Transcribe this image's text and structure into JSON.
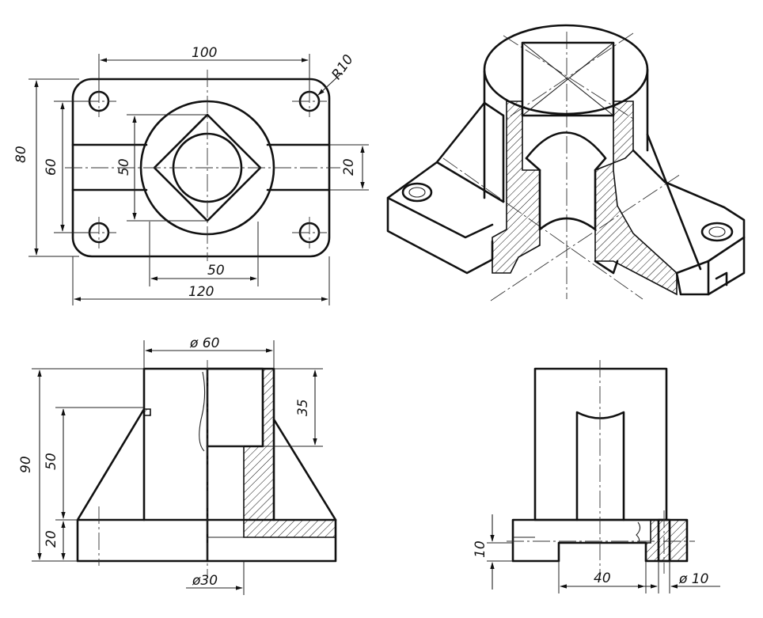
{
  "top_view": {
    "dim_100": "100",
    "dim_r10": "R10",
    "dim_80": "80",
    "dim_60": "60",
    "dim_50_vert": "50",
    "dim_20": "20",
    "dim_50_horiz": "50",
    "dim_120": "120"
  },
  "front_view": {
    "dim_phi60": "ø 60",
    "dim_35": "35",
    "dim_90": "90",
    "dim_50": "50",
    "dim_20": "20",
    "dim_phi30": "ø30"
  },
  "side_view": {
    "dim_10": "10",
    "dim_40": "40",
    "dim_phi10": "ø 10"
  }
}
